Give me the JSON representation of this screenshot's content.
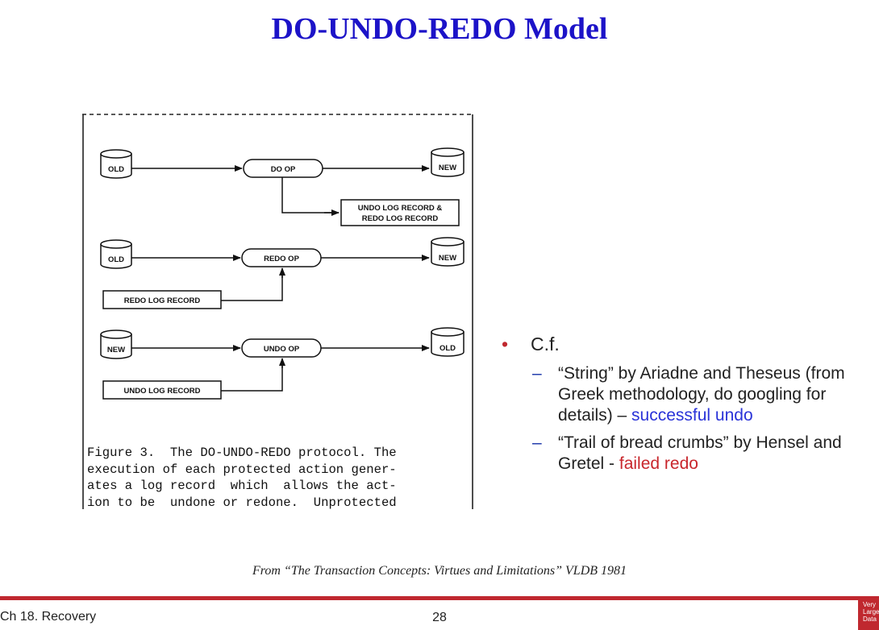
{
  "slide": {
    "title": "DO-UNDO-REDO Model",
    "source": "From “The Transaction Concepts: Virtues and Limitations” VLDB 1981",
    "footer_left": "Ch 18. Recovery",
    "page_number": "28",
    "logo_text": [
      "Very",
      "Large",
      "Data"
    ]
  },
  "figure": {
    "do_row": {
      "input": "OLD",
      "op": "DO OP",
      "output": "NEW",
      "log1": "UNDO LOG RECORD &",
      "log2": "REDO LOG RECORD"
    },
    "redo_row": {
      "input": "OLD",
      "op": "REDO  OP",
      "output": "NEW",
      "log": "REDO LOG RECORD"
    },
    "undo_row": {
      "input": "NEW",
      "op": "UNDO OP",
      "output": "OLD",
      "log": "UNDO LOG RECORD"
    },
    "caption_lines": [
      "Figure 3.  The DO-UNDO-REDO protocol. The",
      "execution of each protected action gener-",
      "ates a log record  which  allows the act-",
      "ion to be  undone or redone.  Unprotected"
    ]
  },
  "bullets": {
    "main": "C.f.",
    "sub1_text": "“String” by Ariadne and Theseus (from Greek methodology, do googling for details) – ",
    "sub1_highlight": "successful undo",
    "sub2_text": "“Trail of bread crumbs” by Hensel and Gretel - ",
    "sub2_highlight": "failed redo"
  },
  "colors": {
    "title": "#1c13c8",
    "accent_red": "#c0282f",
    "highlight_blue": "#2a33d8"
  }
}
